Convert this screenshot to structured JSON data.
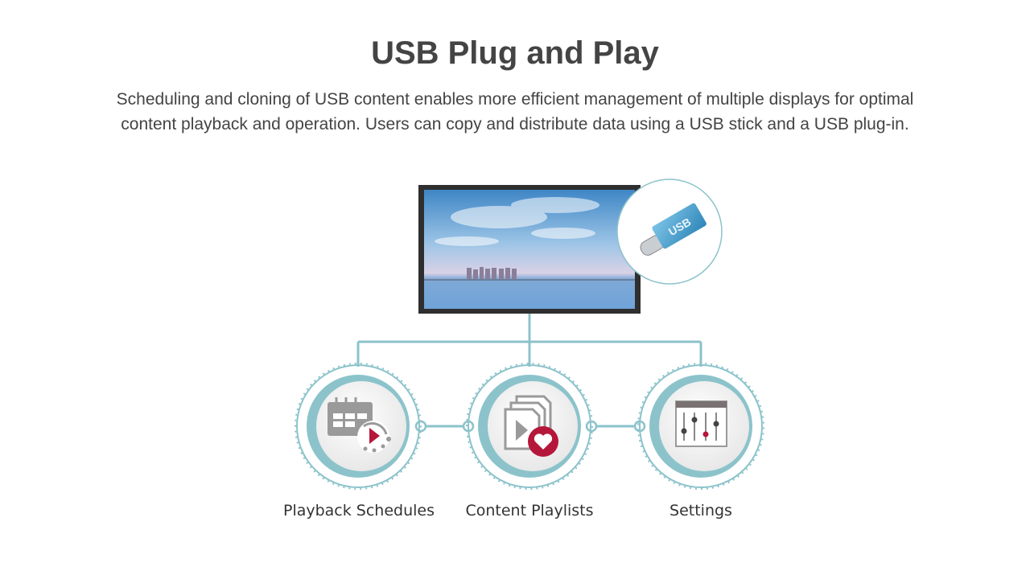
{
  "header": {
    "title": "USB Plug and Play",
    "description_line1": "Scheduling and cloning of USB content enables more efficient management of multiple displays for optimal",
    "description_line2": "content playback and operation. Users can copy and distribute data using a USB stick and a USB plug-in."
  },
  "diagram": {
    "usb_label": "USB",
    "features": [
      {
        "label": "Playback Schedules",
        "icon": "calendar-play-icon"
      },
      {
        "label": "Content Playlists",
        "icon": "playlist-heart-icon"
      },
      {
        "label": "Settings",
        "icon": "sliders-icon"
      }
    ]
  },
  "colors": {
    "teal": "#8cc3cb",
    "accent": "#b5173a",
    "icon_gray": "#9a9a9a",
    "text": "#444444"
  }
}
